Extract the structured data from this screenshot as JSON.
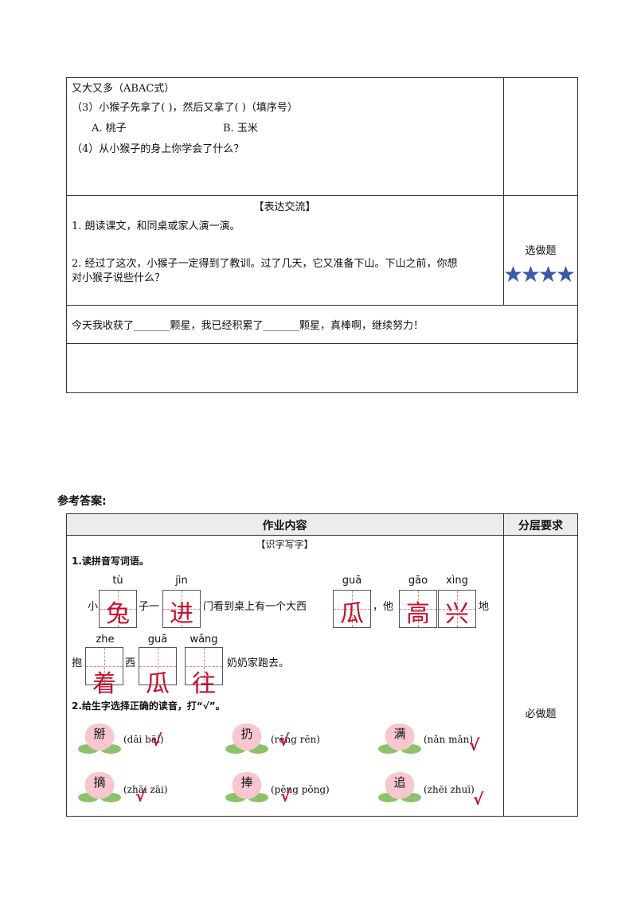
{
  "top_table": {
    "row1": {
      "line1": "又大又多（ABAC式）",
      "line2": "（3）小猴子先拿了(      )，然后又拿了(      )（填序号）",
      "opt_a": "A. 桃子",
      "opt_b": "B. 玉米",
      "line4": "（4）从小猴子的身上你学会了什么？"
    },
    "row2": {
      "section": "【表达交流】",
      "item1": "1. 朗读课文，和同桌或家人演一演。",
      "item2a": "2. 经过了这次，小猴子一定得到了教训。过了几天，它又准备下山。下山之前，你想",
      "item2b": "对小猴子说些什么？",
      "side_label": "选做题",
      "stars": 4,
      "star_color": "#3a5ba8"
    },
    "row3": {
      "summary": "今天我收获了_______颗星，我已经积累了_______颗星，真棒啊，继续努力！"
    }
  },
  "answers": {
    "heading": "参考答案:",
    "col1": "作业内容",
    "col2": "分层要求",
    "section": "【识字写字】",
    "q1": "1.读拼音写词语。",
    "line1": {
      "t_xiao": "小",
      "p_tu": "tù",
      "c_tu": "兔",
      "t_zi": "子一",
      "p_jin": "jìn",
      "c_jin": "进",
      "t_men": "门看到桌上有一个大西",
      "p_gua": "guā",
      "c_gua": "瓜",
      "t_ta": "，他",
      "p_gao": "gāo",
      "c_gao": "高",
      "p_xing": "xìng",
      "c_xing": "兴",
      "t_di": "地"
    },
    "line2": {
      "t_bao": "抱",
      "p_zhe": "zhe",
      "c_zhe": "着",
      "t_xi": "西",
      "p_gua": "guā",
      "c_gua": "瓜",
      "p_wang": "wǎng",
      "c_wang": "往",
      "t_rest": "奶奶家跑去。"
    },
    "q2": "2.给生字选择正确的读音，打“√”。",
    "peaches": [
      {
        "char": "掰",
        "pinyin": "(dāi bāi)"
      },
      {
        "char": "扔",
        "pinyin": "(rēng rēn)"
      },
      {
        "char": "满",
        "pinyin": "(nǎn mǎn)"
      },
      {
        "char": "摘",
        "pinyin": "(zhāi zāi)"
      },
      {
        "char": "捧",
        "pinyin": "(pěng pǒng)"
      },
      {
        "char": "追",
        "pinyin": "(zhēi zhuī)"
      }
    ],
    "check": "√",
    "side_label": "必做题",
    "answer_color": "#c8102e"
  }
}
